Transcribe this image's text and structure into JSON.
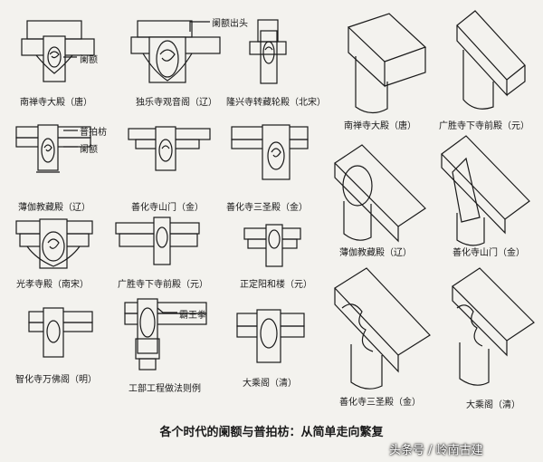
{
  "labels": [
    "南禅寺大殿（唐）",
    "独乐寺观音阁（辽）",
    "隆兴寺转藏轮殿（北宋）",
    "薄伽教藏殿（辽）",
    "善化寺山门（金）",
    "善化寺三圣殿（金）",
    "光孝寺殿（南宋）",
    "广胜寺下寺前殿（元）",
    "正定阳和楼（元）",
    "智化寺万佛阁（明）",
    "工部工程做法则例",
    "大乘阁（清）"
  ],
  "iso_labels": [
    "南禅寺大殿（唐）",
    "广胜寺下寺前殿（元）",
    "薄伽教藏殿（辽）",
    "善化寺山门（金）",
    "善化寺三圣殿（金）",
    "大乘阁（清）"
  ],
  "notes": {
    "lan_e": "阑额",
    "lan_e_chutou": "阑额出头",
    "pu_pai_fang": "普拍枋",
    "lan_e_2": "阑额",
    "ba_wang_quan": "霸王拳"
  },
  "caption": "各个时代的阑额与普拍枋：从简单走向繁复",
  "watermark": "头条号 / 岭南古建"
}
